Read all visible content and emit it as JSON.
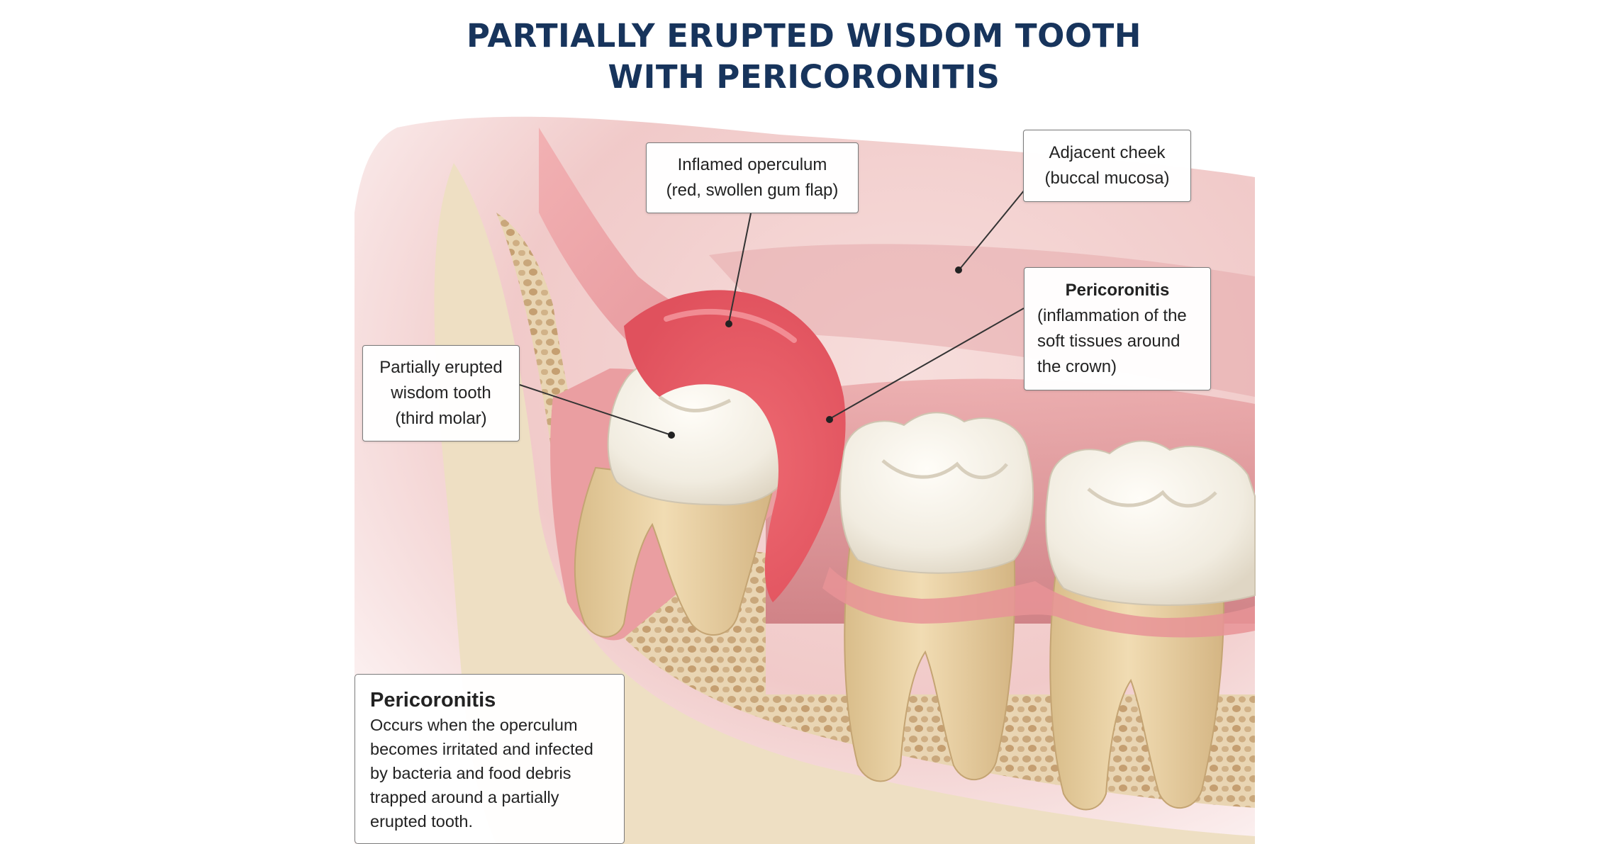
{
  "title": {
    "line1": "PARTIALLY ERUPTED WISDOM TOOTH",
    "line2": "WITH PERICORONITIS"
  },
  "callouts": {
    "operculum": {
      "lines": [
        "Inflamed operculum",
        "(red, swollen gum flap)"
      ]
    },
    "cheek": {
      "lines": [
        "Adjacent cheek",
        "(buccal mucosa)"
      ]
    },
    "pericoronitis": {
      "heading": "Pericoronitis",
      "lines": [
        "(inflammation of the",
        "soft tissues around",
        "the crown)"
      ]
    },
    "wisdom_tooth": {
      "lines": [
        "Partially erupted",
        "wisdom tooth",
        "(third molar)"
      ]
    }
  },
  "info_box": {
    "heading": "Pericoronitis",
    "lines": [
      "Occurs when the operculum",
      "becomes irritated and infected",
      "by bacteria and food debris",
      "trapped around a partially",
      "erupted tooth."
    ]
  },
  "colors": {
    "title": "#17345c",
    "gum": "#e28a92",
    "inflamed_gum": "#e35561",
    "bone": "#ecdcc0",
    "enamel": "#f6f2e8",
    "root": "#e5cd9f",
    "cheek": "#f4d0cf"
  }
}
